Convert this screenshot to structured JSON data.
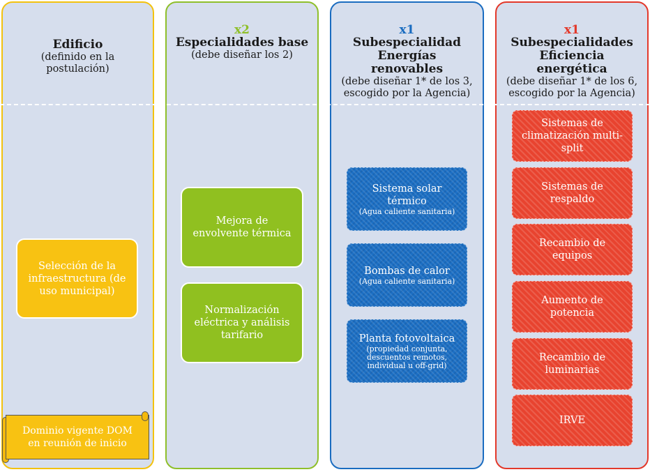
{
  "columns": [
    {
      "title": "Edificio",
      "subtitle": "(definido en la postulación)",
      "boxes": [
        {
          "text": "Selección de la infraestructura (de uso municipal)"
        }
      ],
      "scroll": "Dominio vigente DOM en reunión de inicio"
    },
    {
      "multiplier": "x2",
      "title": "Especialidades base",
      "subtitle": "(debe diseñar los 2)",
      "boxes": [
        {
          "text": "Mejora de envolvente térmica"
        },
        {
          "text": "Normalización eléctrica y análisis tarifario"
        }
      ]
    },
    {
      "multiplier": "x1",
      "title": "Subespecialidad Energías renovables",
      "subtitle": "(debe diseñar 1* de los 3, escogido por la Agencia)",
      "boxes": [
        {
          "text": "Sistema solar térmico",
          "note": "(Agua caliente sanitaria)"
        },
        {
          "text": "Bombas de calor",
          "note": "(Agua caliente sanitaria)"
        },
        {
          "text": "Planta fotovoltaica",
          "note": "(propiedad conjunta, descuentos remotos, individual u off-grid)"
        }
      ]
    },
    {
      "multiplier": "x1",
      "title": "Subespecialidades Eficiencia energética",
      "subtitle": "(debe diseñar 1* de los 6, escogido por la Agencia)",
      "boxes": [
        {
          "text": "Sistemas de climatización multi-split"
        },
        {
          "text": "Sistemas de respaldo"
        },
        {
          "text": "Recambio de equipos"
        },
        {
          "text": "Aumento de potencia"
        },
        {
          "text": "Recambio de luminarias"
        },
        {
          "text": "IRVE"
        }
      ]
    }
  ],
  "colors": {
    "yellow": "#f8c212",
    "green": "#90c020",
    "blue": "#1c6fc4",
    "red": "#e8432f",
    "panel": "#d6deed"
  }
}
